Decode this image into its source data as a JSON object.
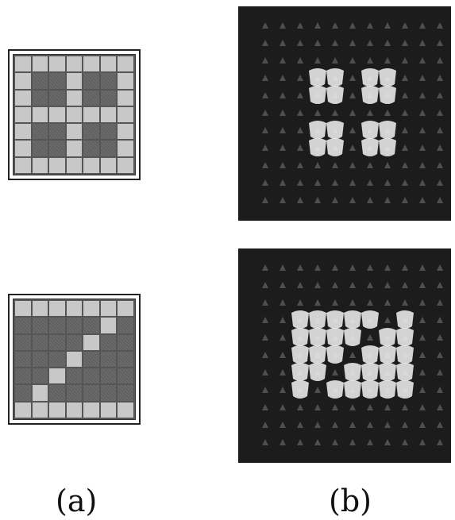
{
  "panels": [
    {
      "pattern": [
        [
          0,
          0,
          0,
          0,
          0,
          0,
          0
        ],
        [
          0,
          1,
          1,
          0,
          1,
          1,
          0
        ],
        [
          0,
          1,
          1,
          0,
          1,
          1,
          0
        ],
        [
          0,
          0,
          0,
          0,
          0,
          0,
          0
        ],
        [
          0,
          1,
          1,
          0,
          1,
          1,
          0
        ],
        [
          0,
          1,
          1,
          0,
          1,
          1,
          0
        ],
        [
          0,
          0,
          0,
          0,
          0,
          0,
          0
        ]
      ],
      "photo_pattern": [
        [
          0,
          0,
          0,
          0,
          0,
          0,
          0
        ],
        [
          0,
          1,
          1,
          0,
          1,
          1,
          0
        ],
        [
          0,
          1,
          1,
          0,
          1,
          1,
          0
        ],
        [
          0,
          0,
          0,
          0,
          0,
          0,
          0
        ],
        [
          0,
          1,
          1,
          0,
          1,
          1,
          0
        ],
        [
          0,
          1,
          1,
          0,
          1,
          1,
          0
        ],
        [
          0,
          0,
          0,
          0,
          0,
          0,
          0
        ]
      ]
    },
    {
      "pattern": [
        [
          0,
          0,
          0,
          0,
          0,
          0,
          0
        ],
        [
          1,
          1,
          1,
          1,
          1,
          0,
          1
        ],
        [
          1,
          1,
          1,
          1,
          0,
          1,
          1
        ],
        [
          1,
          1,
          1,
          0,
          1,
          1,
          1
        ],
        [
          1,
          1,
          0,
          1,
          1,
          1,
          1
        ],
        [
          1,
          0,
          1,
          1,
          1,
          1,
          1
        ],
        [
          0,
          0,
          0,
          0,
          0,
          0,
          0
        ]
      ],
      "photo_pattern": [
        [
          0,
          0,
          0,
          0,
          0,
          0,
          0
        ],
        [
          1,
          1,
          1,
          1,
          1,
          0,
          1
        ],
        [
          1,
          1,
          1,
          1,
          0,
          1,
          1
        ],
        [
          1,
          1,
          1,
          0,
          1,
          1,
          1
        ],
        [
          1,
          1,
          0,
          1,
          1,
          1,
          1
        ],
        [
          1,
          0,
          1,
          1,
          1,
          1,
          1
        ],
        [
          0,
          0,
          0,
          0,
          0,
          0,
          0
        ]
      ]
    }
  ],
  "labels": {
    "a": "(a)",
    "b": "(b)"
  },
  "colors": {
    "light_cell": "#c8c8c8",
    "dark_cell": "#6a6a6a",
    "photo_bg": "#1c1c1c",
    "photo_spot": "#e8e8e8"
  }
}
